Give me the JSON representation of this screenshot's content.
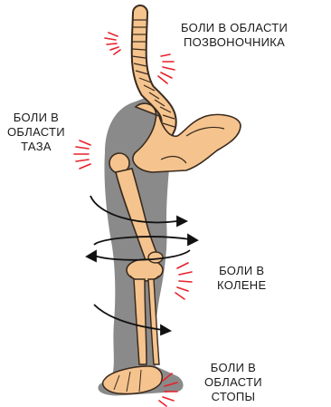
{
  "labels": {
    "spine": {
      "line1": "БОЛИ В ОБЛАСТИ",
      "line2": "ПОЗВОНОЧНИКА"
    },
    "pelvis": {
      "line1": "БОЛИ В",
      "line2": "ОБЛАСТИ",
      "line3": "ТАЗА"
    },
    "knee": {
      "line1": "БОЛИ В",
      "line2": "КОЛЕНЕ"
    },
    "foot": {
      "line1": "БОЛИ В",
      "line2": "ОБЛАСТИ",
      "line3": "СТОПЫ"
    }
  },
  "colors": {
    "bone": "#f5c48e",
    "bone_outline": "#3a2a1e",
    "leg_silhouette": "#8a8a8a",
    "pain_rays": "#e8202a",
    "arrow": "#111111",
    "text": "#1a1a1a"
  },
  "icons": {
    "pain": "pain-rays-icon",
    "rotation": "rotation-arrow-icon"
  }
}
